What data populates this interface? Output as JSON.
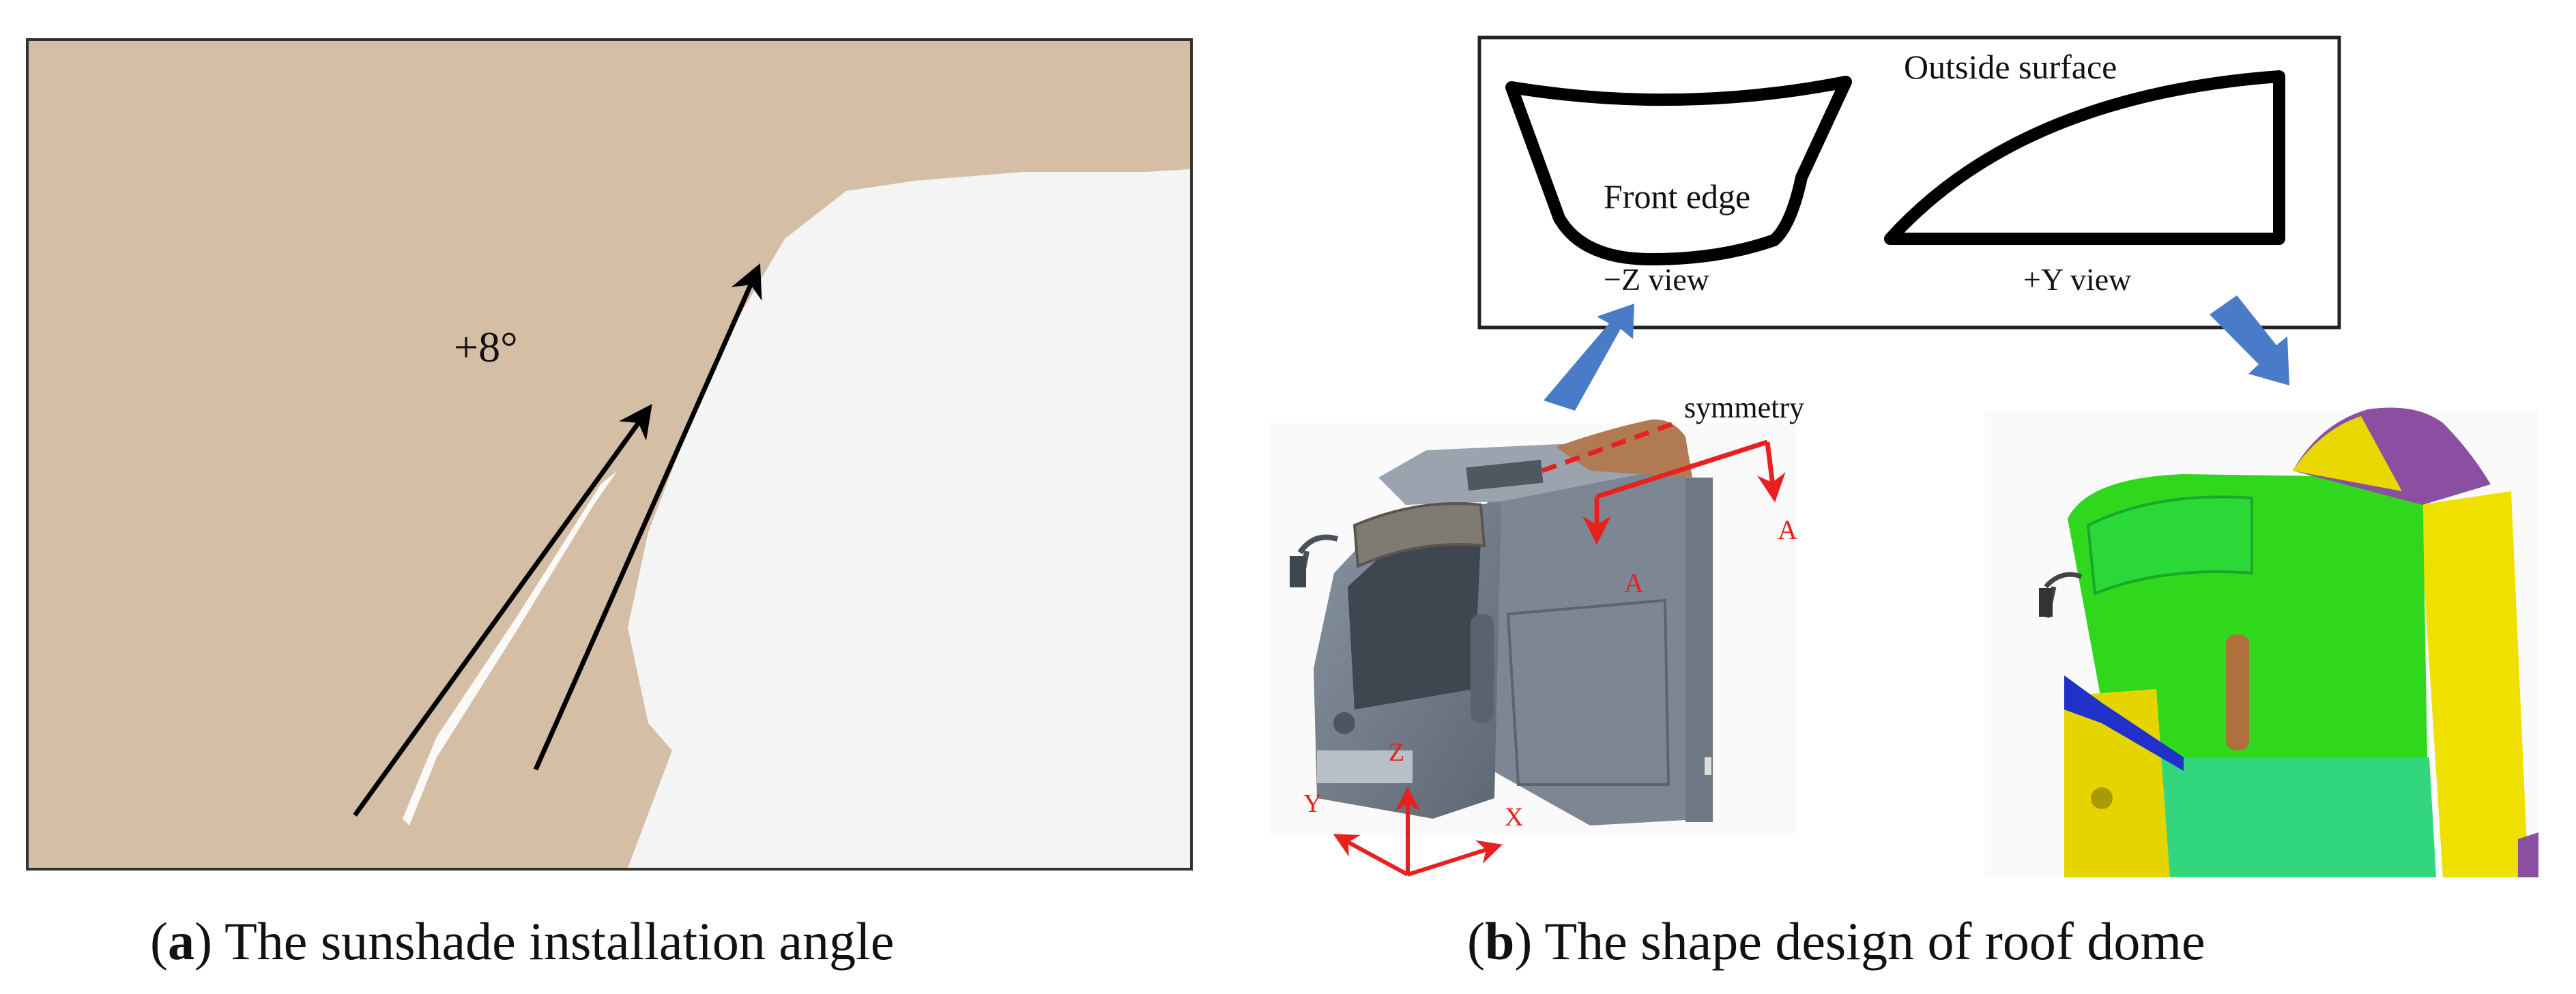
{
  "panel_a": {
    "angle_label": "+8°",
    "caption_letter": "a",
    "caption_text": "The sunshade installation angle",
    "colors": {
      "sunshade": "#d4bea6",
      "background": "#f4f4f4",
      "arrow": "#000000"
    }
  },
  "panel_b": {
    "views": {
      "z_view_label": "−Z view",
      "y_view_label": "+Y view",
      "front_edge_label": "Front edge",
      "outside_surface_label": "Outside surface"
    },
    "symmetry_label": "symmetry",
    "section_labels": [
      "A",
      "A"
    ],
    "axis_labels": {
      "z": "Z",
      "y": "Y",
      "x": "X"
    },
    "caption_letter": "b",
    "caption_text": "The shape design of roof dome",
    "colors": {
      "cab_gray": "#6f7a87",
      "pointer": "#4a7bc8",
      "annot_red": "#e8201e",
      "mesh_green": "#2fd81c",
      "mesh_yellow": "#f0e000",
      "mesh_purple": "#8a4fa0",
      "mesh_blue": "#2030c8",
      "mesh_teal": "#32d67c"
    }
  }
}
